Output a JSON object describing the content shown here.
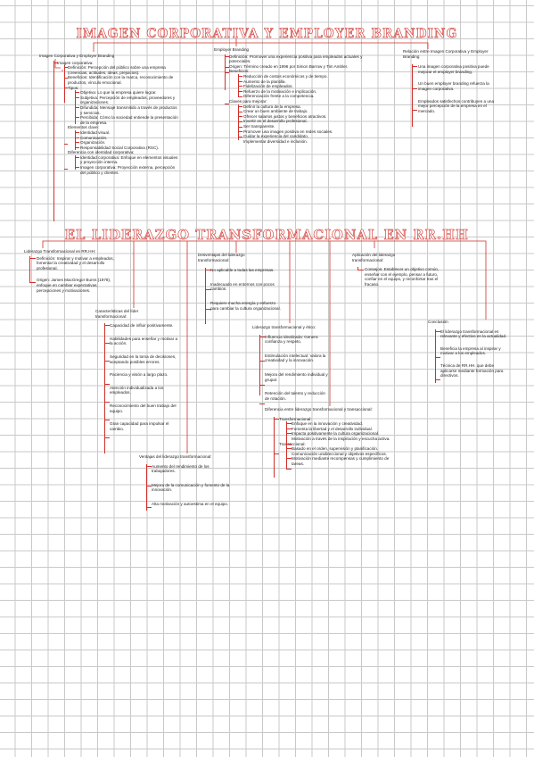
{
  "titles": {
    "imagen": "IMAGEN CORPORATIVA Y EMPLOYER BRANDING",
    "liderazgo": "EL LIDERAZGO TRANSFORMACIONAL EN RR.HH"
  },
  "s1": {
    "root": "Imagen Corporativa y Employer Branding",
    "sub": "Imagen corporativa:",
    "def": "Definición: Percepción del público sobre una empresa (creencias, actitudes, ideas, prejuicios).",
    "ben": "Beneficios: Identificación con la marca, reconocimiento de productos, vínculo emocional.",
    "tipos": "Tipos:",
    "obj": "Objetiva: Lo que la empresa quiere lograr.",
    "subj": "Subjetiva: Percepción de empleados, proveedores y organizaciones.",
    "dif": "Difundida: Mensaje transmitido a través de productos y servicios.",
    "perc": "Percibida: Cómo la sociedad entiende la presentación de la empresa.",
    "elem": "Elementos clave:",
    "e1": "Identidad visual.",
    "e2": "Comunicación.",
    "e3": "Organización.",
    "e4": "Responsabilidad Social Corporativa (RSC).",
    "difid": "Diferencia con identidad corporativa:",
    "d1": "Identidad corporativa: Enfoque en elementos visuales y proyección interna.",
    "d2": "Imagen corporativa: Proyección externa, percepción del público y clientes."
  },
  "s2": {
    "root": "Employer Branding",
    "def": "Definición: Promover una experiencia positiva para empleados actuales y potenciales.",
    "orig": "Origen: Término creado en 1996 por Simon Barrow y Tim Ambler.",
    "ben": "Beneficios:",
    "b1": "Reducción de costos económicos y de tiempo.",
    "b2": "Aumento de la plantilla.",
    "b3": "Fidelización de empleados.",
    "b4": "Refuerzo de la motivación e implicación.",
    "b5": "Diferenciación frente a la competencia.",
    "claves": "Claves para mejorar:",
    "c1": "Definir la cultura de la empresa.",
    "c2": "Crear un buen ambiente de trabajo.",
    "c3": "Ofrecer salarios justos y beneficios atractivos.",
    "c4": "Invertir en el desarrollo profesional.",
    "c5": "Ser transparente.",
    "c6": "Promover una imagen positiva en redes sociales.",
    "c7": "Cuidar la experiencia del candidato.",
    "c8": "Implementar diversidad e inclusión."
  },
  "s3": {
    "root": "Relación entre Imagen Corporativa y Employer Branding",
    "r1": "Una imagen corporativa positiva puede mejorar el employer branding.",
    "r2": "Un buen employer branding refuerza la imagen corporativa.",
    "r3": "Empleados satisfechos contribuyen a una mejor percepción de la empresa en el mercado."
  },
  "l1": {
    "root": "Liderazgo Transformacional en RR.HH:",
    "def": "Definición: Inspirar y motivar a empleados, fomentar la creatividad y el desarrollo profesional.",
    "orig": "Origen: James MacGregor Burns (1978), enfoque en cambiar expectativas, percepciones y motivaciones."
  },
  "l2": {
    "root": "Características del líder transformacional:",
    "i1": "Capacidad de influir positivamente.",
    "i2": "Habilidades para enseñar y motivar a la acción.",
    "i3": "Seguridad en la toma de decisiones, aceptando posibles errores.",
    "i4": "Paciencia y visión a largo plazo.",
    "i5": "Atención individualizada a los empleados.",
    "i6": "Reconocimiento del buen trabajo del equipo.",
    "i7": "Gran capacidad para impulsar el cambio."
  },
  "l3": {
    "root": "Desventajas del liderazgo transformacional:",
    "i1": "No aplicable a todas las empresas.",
    "i2": "Inadecuado en entornos con pocos cambios.",
    "i3": "Requiere mucha energía y esfuerzo para cambiar la cultura organizacional."
  },
  "l4": {
    "root": "Aplicación del liderazgo transformacional:",
    "i1": "Consejos: Establecer un objetivo común, enseñar con el ejemplo, pensar a futuro, confiar en el equipo, y reconfortar tras el fracaso."
  },
  "l5": {
    "root": "Liderazgo transformacional y ético:",
    "i1": "Influencia idealizada: Genera confianza y respeto.",
    "i2": "Estimulación intelectual: Valora la creatividad y la innovación.",
    "i3": "Mejora del rendimiento individual y grupal.",
    "i4": "Retención del talento y reducción de rotación."
  },
  "l6": {
    "root": "Conclusión",
    "i1": "El liderazgo transformacional es relevante y efectivo en la actualidad.",
    "i2": "Beneficia la empresa al inspirar y motivar a los empleados.",
    "i3": "Técnica de RR.HH. que debe aplicarse mediante formación para directivos."
  },
  "l7": {
    "root": "Ventajas del liderazgo transformacional:",
    "i1": "Aumento del rendimiento de los trabajadores.",
    "i2": "Mejora de la comunicación y fomento de la innovación.",
    "i3": "Alta motivación y autoestima en el equipo."
  },
  "l8": {
    "root": "Diferencia entre liderazgo transformacional y transaccional:",
    "tf": "Transformacional:",
    "tf1": "Enfoque en la innovación y creatividad.",
    "tf2": "Fomenta la libertad y el desarrollo individual.",
    "tf3": "Impacta positivamente la cultura organizacional.",
    "tf4": "Motivación a través de la inspiración y escucha activa.",
    "ts": "Transaccional:",
    "ts1": "Basado en el orden, supervisión y planificación.",
    "ts2": "Comunicación unidireccional y objetivos específicos.",
    "ts3": "Motivación mediante recompensas y cumplimiento de tareas."
  }
}
